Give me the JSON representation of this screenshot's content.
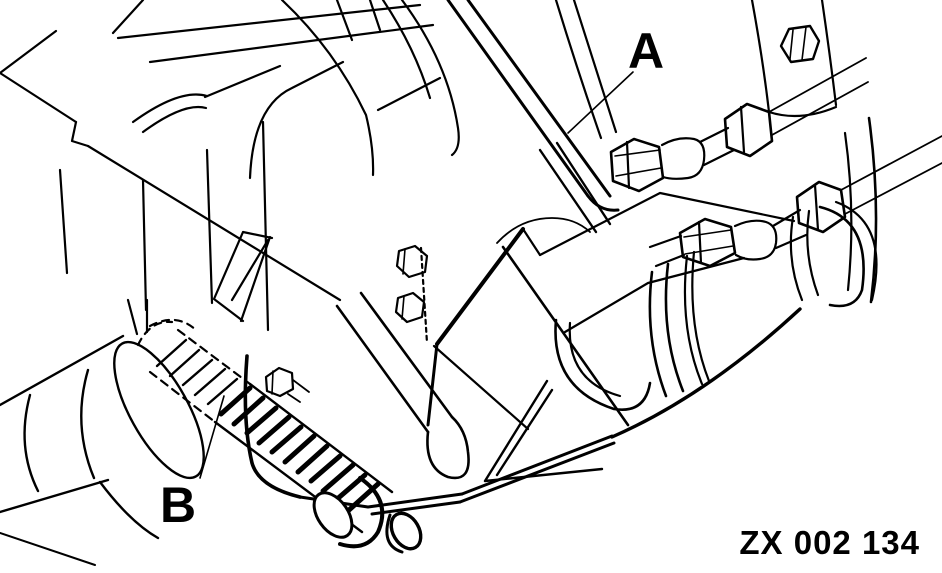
{
  "figure": {
    "label_a": "A",
    "label_b": "B",
    "code": "ZX 002 134"
  },
  "colors": {
    "ink": "#000000",
    "paper": "#ffffff"
  }
}
